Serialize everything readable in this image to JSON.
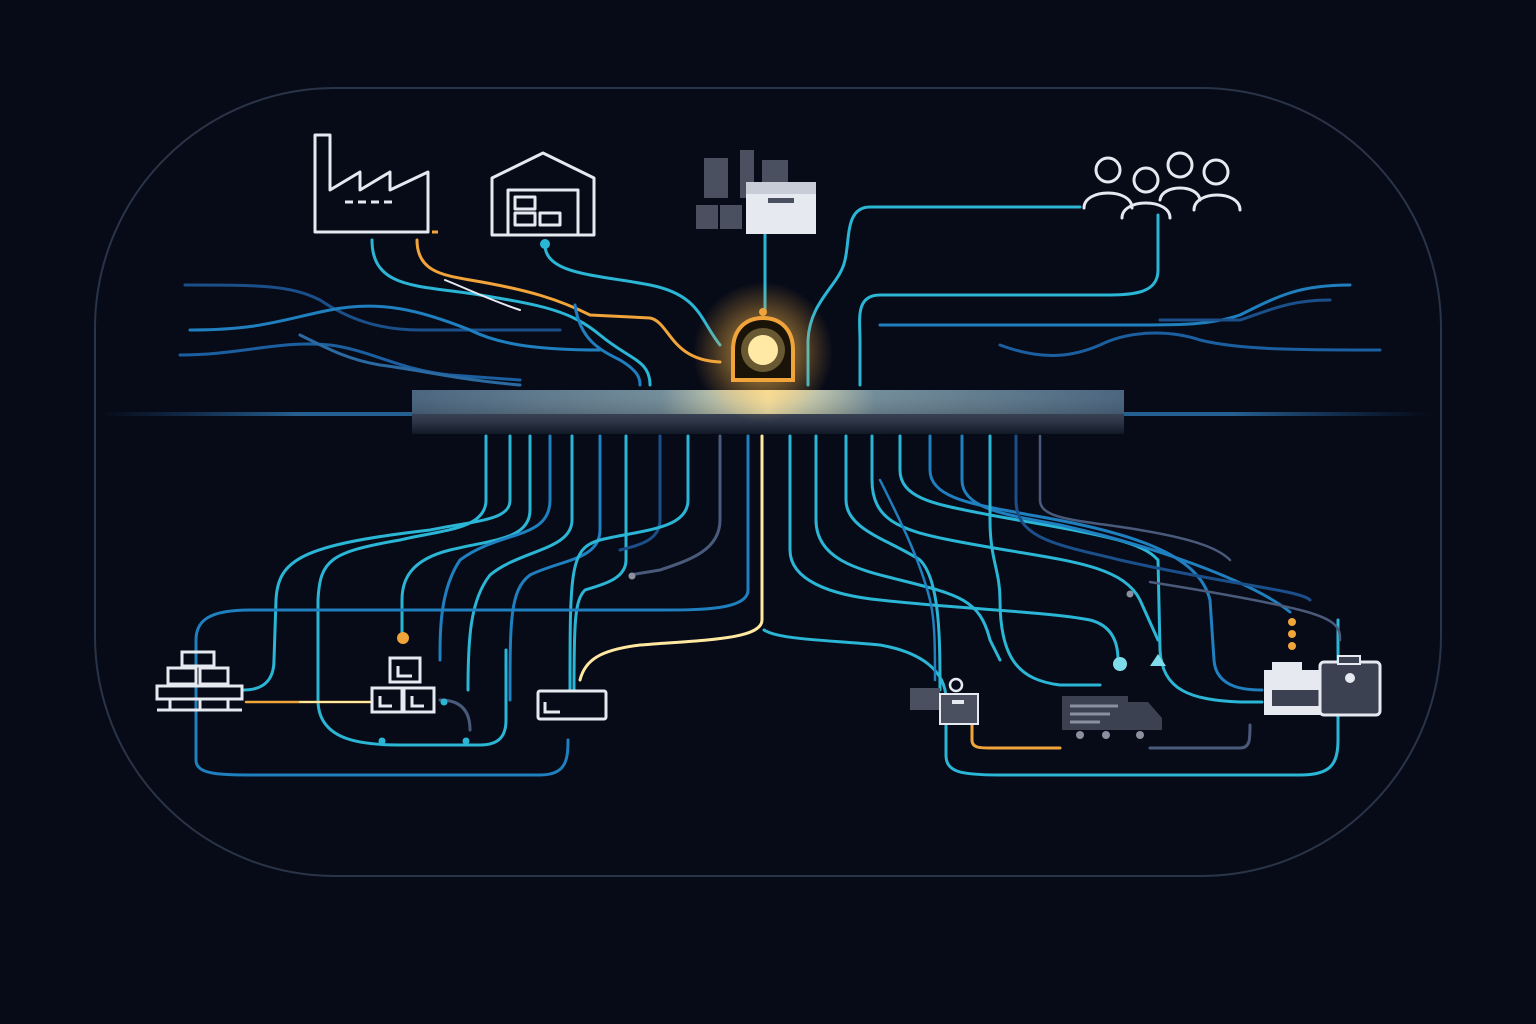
{
  "colors": {
    "background": "#070b18",
    "frame": "#2a3447",
    "cyan": "#2bb6d6",
    "blue": "#1f7fbf",
    "deep_blue": "#1b4f8a",
    "slate": "#4a5a7a",
    "orange": "#f0a43a",
    "glow": "#ffe9a0",
    "icon_outline": "#e6e9ef",
    "icon_dark": "#4b5060",
    "bar": "#1d2a44"
  },
  "nodes": {
    "top": [
      {
        "id": "factory",
        "icon": "factory-icon"
      },
      {
        "id": "warehouse",
        "icon": "warehouse-icon"
      },
      {
        "id": "inventory",
        "icon": "boxes-icon"
      },
      {
        "id": "customers",
        "icon": "people-icon"
      }
    ],
    "hub": {
      "id": "central-hub",
      "icon": "glowing-hub-icon"
    },
    "bottom": [
      {
        "id": "pallet-stack",
        "icon": "pallet-stack-icon"
      },
      {
        "id": "package-cluster",
        "icon": "package-cluster-icon"
      },
      {
        "id": "container",
        "icon": "container-icon"
      },
      {
        "id": "shipment-boxes",
        "icon": "shipment-boxes-icon"
      },
      {
        "id": "delivery-truck",
        "icon": "truck-icon"
      },
      {
        "id": "distribution-center",
        "icon": "distribution-center-icon"
      }
    ]
  }
}
